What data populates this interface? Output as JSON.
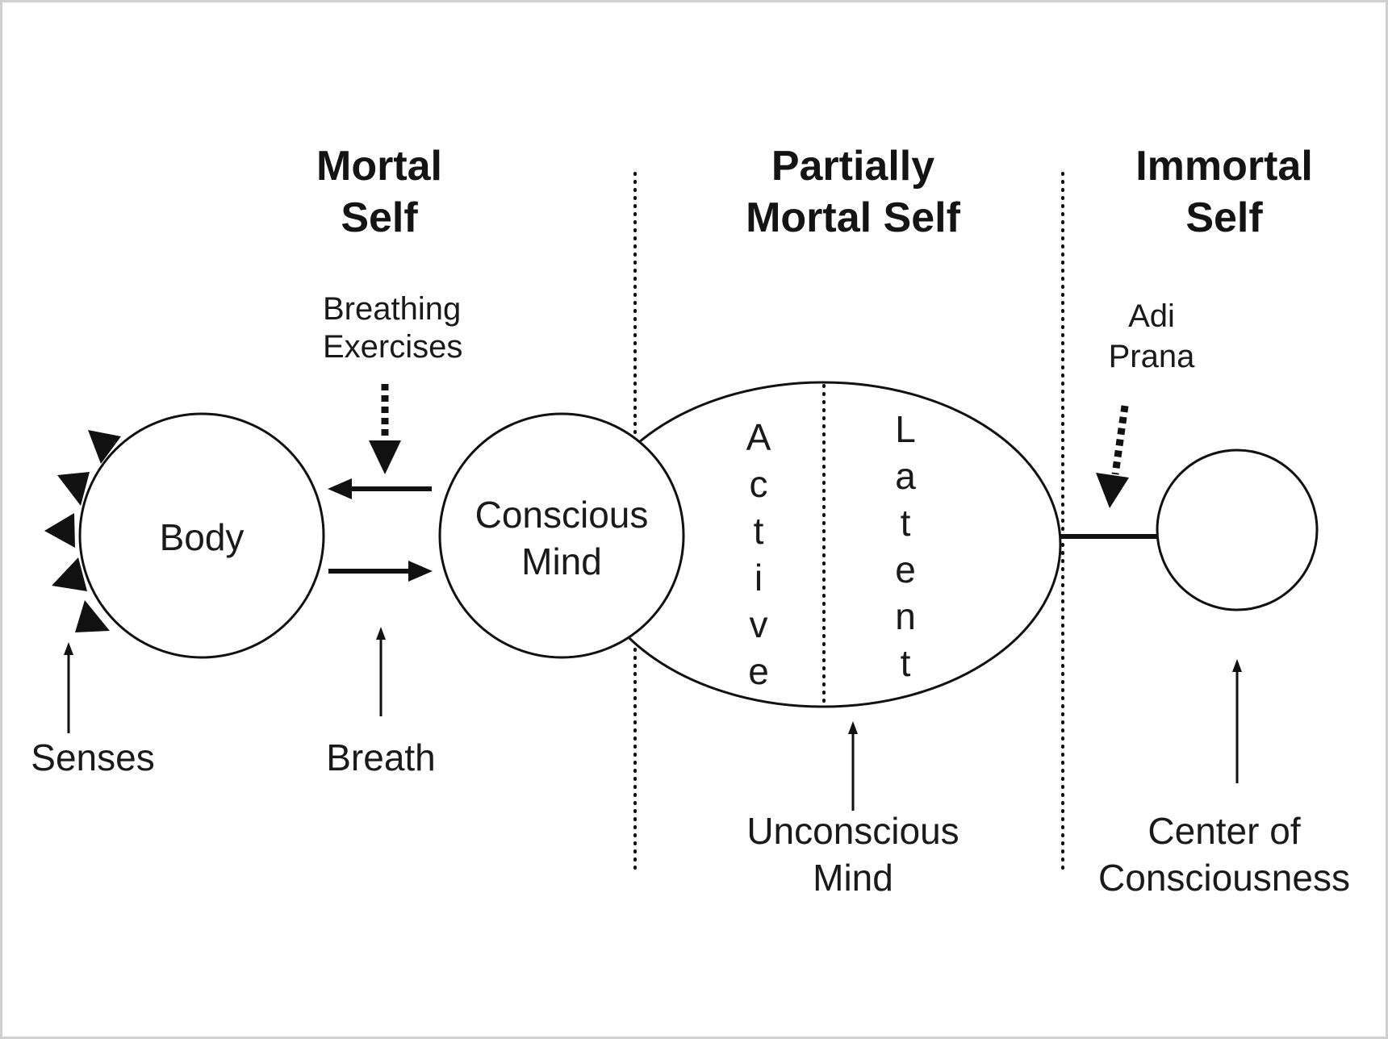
{
  "headings": {
    "mortal_line1": "Mortal",
    "mortal_line2": "Self",
    "partial_line1": "Partially",
    "partial_line2": "Mortal Self",
    "immortal_line1": "Immortal",
    "immortal_line2": "Self"
  },
  "nodes": {
    "body": "Body",
    "conscious_line1": "Conscious",
    "conscious_line2": "Mind"
  },
  "ellipse": {
    "active_letters": [
      "A",
      "c",
      "t",
      "i",
      "v",
      "e"
    ],
    "latent_letters": [
      "L",
      "a",
      "t",
      "e",
      "n",
      "t"
    ]
  },
  "labels": {
    "breathing_line1": "Breathing",
    "breathing_line2": "Exercises",
    "adi_line1": "Adi",
    "adi_line2": "Prana",
    "senses": "Senses",
    "breath": "Breath",
    "unconscious_line1": "Unconscious",
    "unconscious_line2": "Mind",
    "center_line1": "Center of",
    "center_line2": "Consciousness"
  }
}
